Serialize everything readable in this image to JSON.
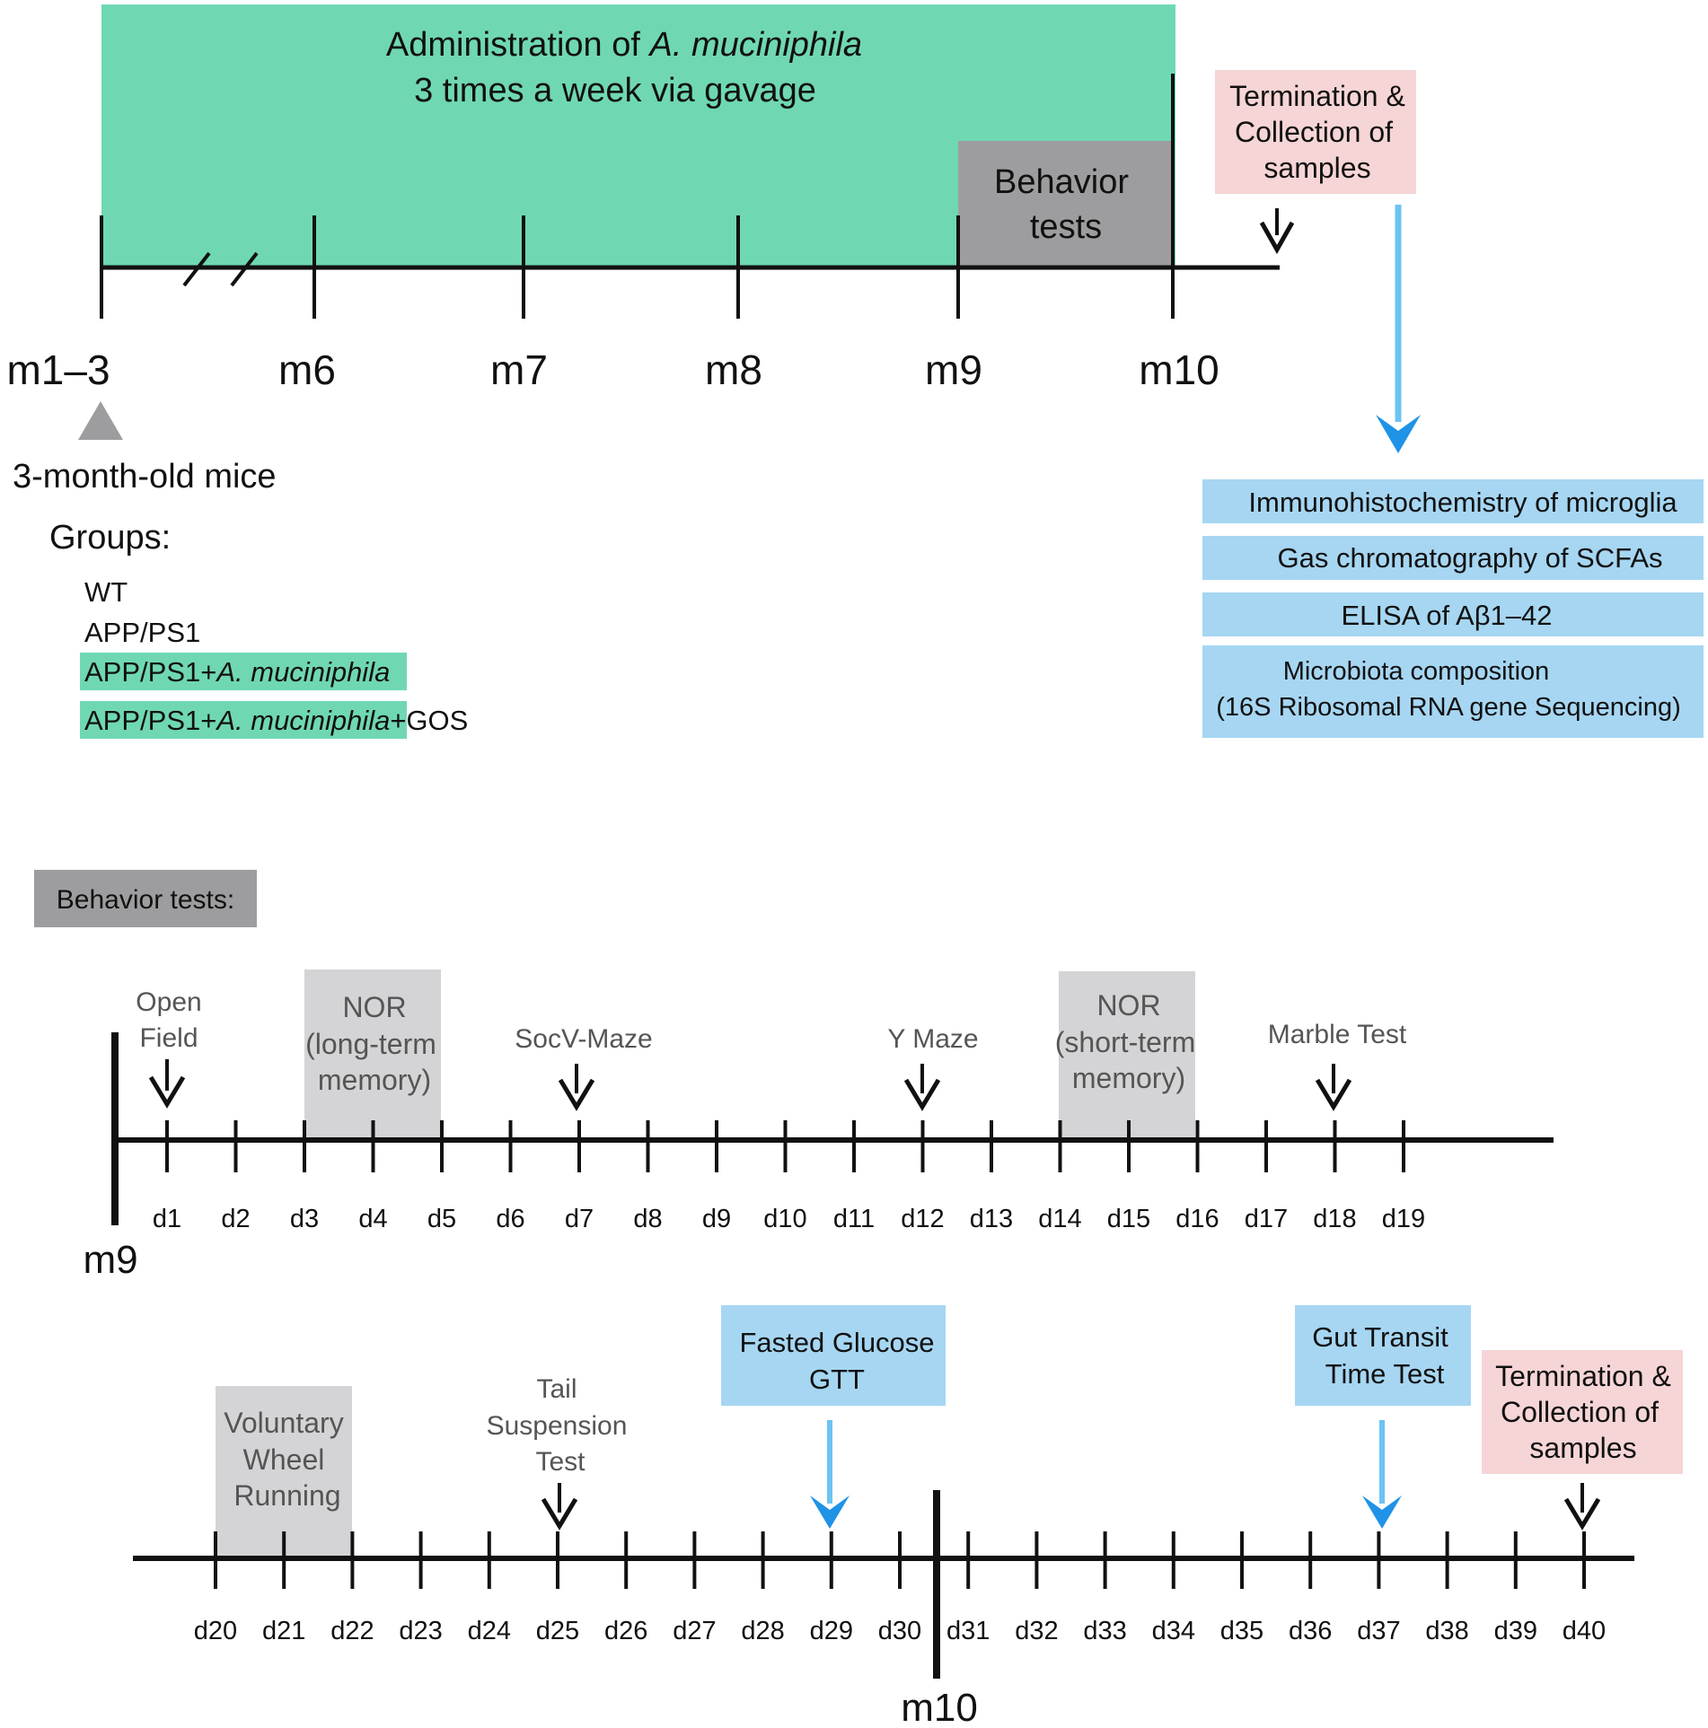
{
  "colors": {
    "green": "#6fd8b2",
    "gray_dark": "#9d9d9f",
    "gray_light": "#d4d4d6",
    "pink": "#f6d5d6",
    "blue_box": "#a6d6f2",
    "blue_arrow": "#1f93e6",
    "black": "#111111",
    "text_gray": "#555555"
  },
  "top": {
    "admin_title_prefix": "Administration of ",
    "admin_title_italic": "A. muciniphila",
    "admin_subtitle": "3 times a week via gavage",
    "behavior_box_line1": "Behavior",
    "behavior_box_line2": "tests",
    "termination_line1": "Termination &",
    "termination_line2": "Collection of",
    "termination_line3": "samples",
    "months": [
      "m1–3",
      "m6",
      "m7",
      "m8",
      "m9",
      "m10"
    ],
    "start_note": "3-month-old mice",
    "groups_label": "Groups:",
    "groups": [
      {
        "pre": "WT",
        "italic": "",
        "post": "",
        "highlight": false
      },
      {
        "pre": "APP/PS1",
        "italic": "",
        "post": "",
        "highlight": false
      },
      {
        "pre": "APP/PS1+",
        "italic": "A. muciniphila",
        "post": "",
        "highlight": true
      },
      {
        "pre": "APP/PS1+",
        "italic": "A. muciniphila",
        "post": "+GOS",
        "highlight": true
      }
    ],
    "analyses": [
      "Immunohistochemistry of microglia",
      "Gas chromatography of SCFAs",
      "ELISA of Aβ1–42",
      "Microbiota composition",
      "(16S Ribosomal RNA gene Sequencing)"
    ]
  },
  "behavior": {
    "heading": "Behavior tests:",
    "row1": {
      "month": "m9",
      "days": [
        "d1",
        "d2",
        "d3",
        "d4",
        "d5",
        "d6",
        "d7",
        "d8",
        "d9",
        "d10",
        "d11",
        "d12",
        "d13",
        "d14",
        "d15",
        "d16",
        "d17",
        "d18",
        "d19"
      ],
      "open_field": [
        "Open",
        "Field"
      ],
      "nor_long": [
        "NOR",
        "(long-term",
        "memory)"
      ],
      "socv": "SocV-Maze",
      "ymaze": "Y Maze",
      "nor_short": [
        "NOR",
        "(short-term",
        "memory)"
      ],
      "marble": "Marble Test"
    },
    "row2": {
      "month": "m10",
      "days": [
        "d20",
        "d21",
        "d22",
        "d23",
        "d24",
        "d25",
        "d26",
        "d27",
        "d28",
        "d29",
        "d30",
        "d31",
        "d32",
        "d33",
        "d34",
        "d35",
        "d36",
        "d37",
        "d38",
        "d39",
        "d40"
      ],
      "wheel": [
        "Voluntary",
        "Wheel",
        "Running"
      ],
      "tail": [
        "Tail",
        "Suspension",
        "Test"
      ],
      "gtt": [
        "Fasted Glucose",
        "GTT"
      ],
      "gut": [
        "Gut Transit",
        "Time Test"
      ],
      "termination": [
        "Termination &",
        "Collection of",
        "samples"
      ]
    }
  }
}
